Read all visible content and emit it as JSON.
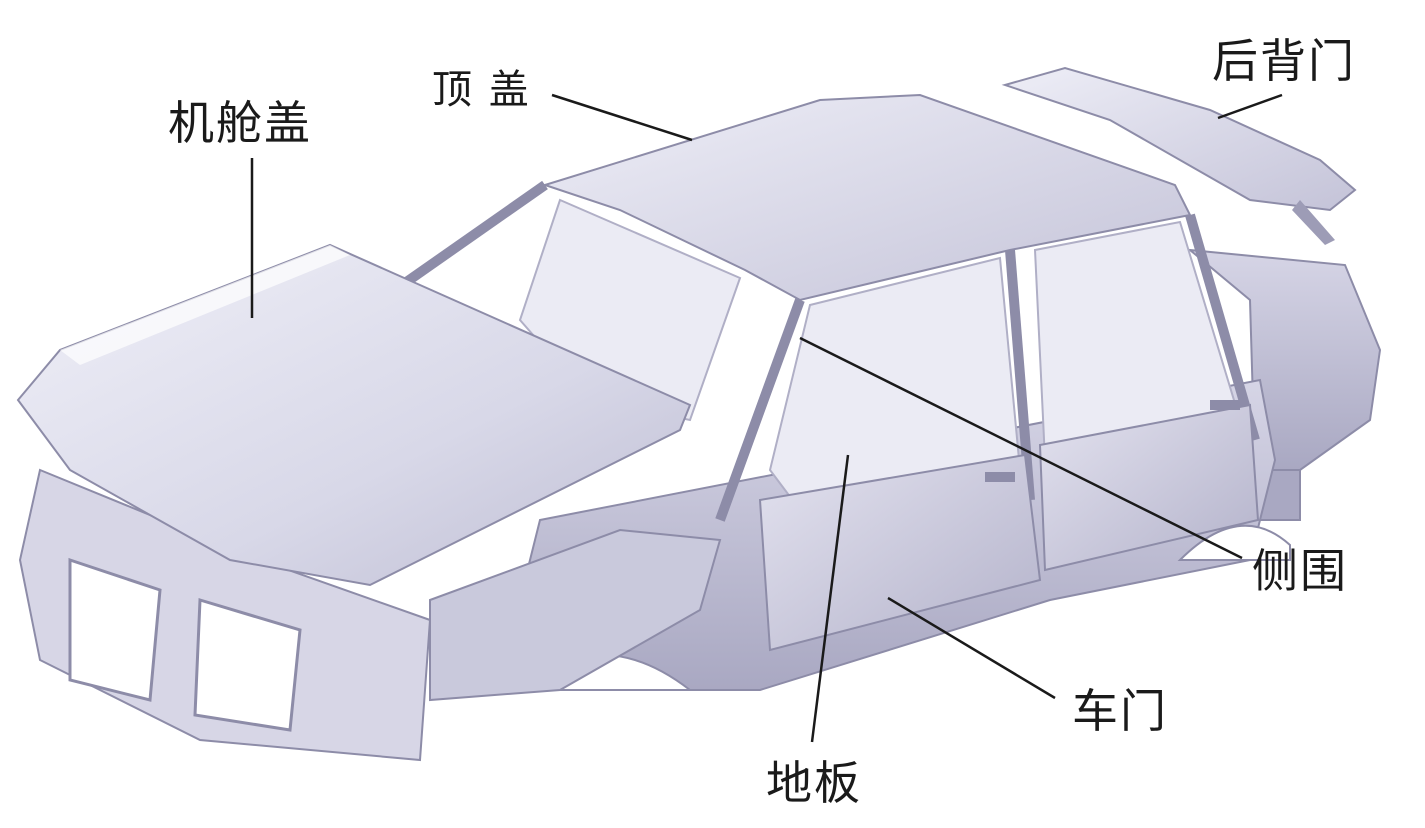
{
  "labels": {
    "hood": "机舱盖",
    "roof": "顶 盖",
    "tailgate": "后背门",
    "side_frame": "侧围",
    "door": "车门",
    "floor": "地板"
  },
  "colors": {
    "body_light": "#e4e4f0",
    "body_mid": "#c9c9dc",
    "body_dark": "#8d8ca8",
    "line": "#1a1a1a"
  }
}
